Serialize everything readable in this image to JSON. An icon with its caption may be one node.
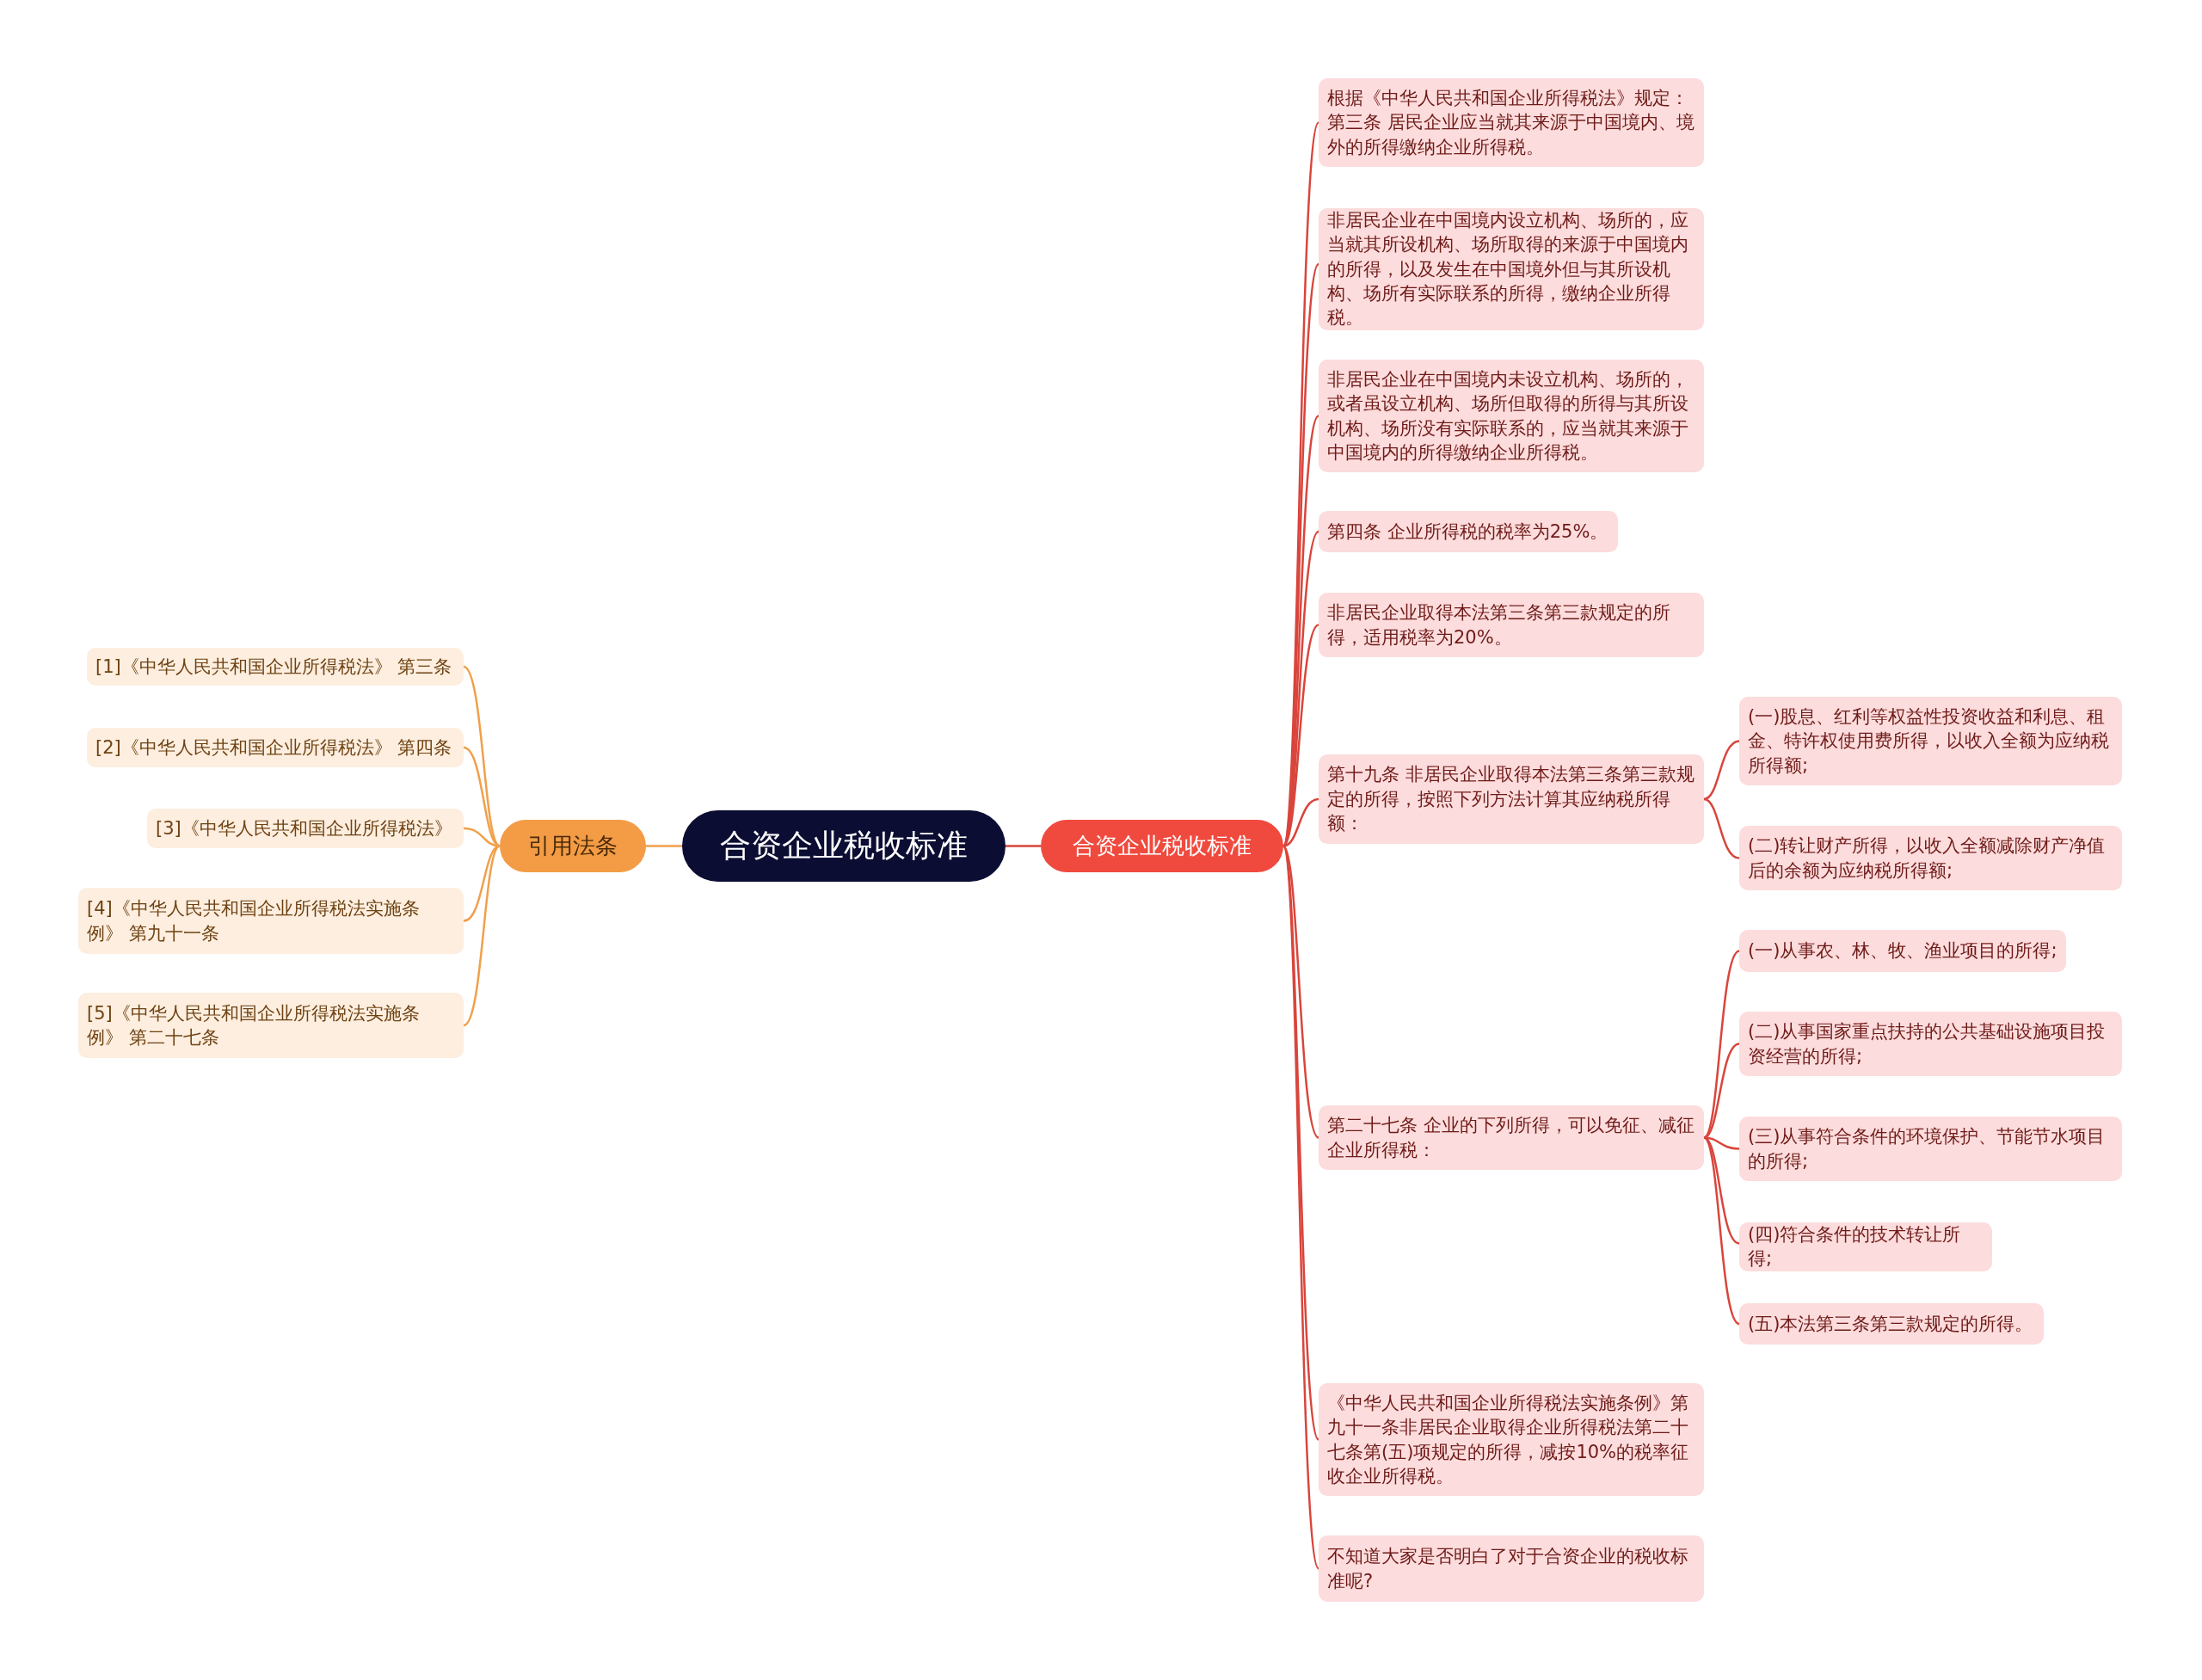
{
  "diagram": {
    "nodes": [
      {
        "text": [
          "合资企业税收标准"
        ]
      },
      {
        "text": [
          "合资企业税收标准"
        ]
      },
      {
        "text": [
          "引用法条"
        ]
      },
      {
        "text": [
          "[1]《中华人民共和国企业所得税法》 第三条"
        ]
      },
      {
        "text": [
          "[2]《中华人民共和国企业所得税法》 第四条"
        ]
      },
      {
        "text": [
          "[3]《中华人民共和国企业所得税法》"
        ]
      },
      {
        "text": [
          "[4]《中华人民共和国企业所得税法实施条例》 第九十一条"
        ]
      },
      {
        "text": [
          "[5]《中华人民共和国企业所得税法实施条例》 第二十七条"
        ]
      },
      {
        "text": [
          "根据《中华人民共和国企业所得税法》规定：第三条 居民企业应当就其来源于中国境内、境外的所得缴纳企业所得税。"
        ]
      },
      {
        "text": [
          "非居民企业在中国境内设立机构、场所的，应当就其所设机构、场所取得的来源于中国境内的所得，以及发生在中国境外但与其所设机构、场所有实际联系的所得，缴纳企业所得税。"
        ]
      },
      {
        "text": [
          "非居民企业在中国境内未设立机构、场所的，或者虽设立机构、场所但取得的所得与其所设机构、场所没有实际联系的，应当就其来源于中国境内的所得缴纳企业所得税。"
        ]
      },
      {
        "text": [
          "第四条 企业所得税的税率为25%。"
        ]
      },
      {
        "text": [
          "非居民企业取得本法第三条第三款规定的所得，适用税率为20%。"
        ]
      },
      {
        "text": [
          "第十九条 非居民企业取得本法第三条第三款规定的所得，按照下列方法计算其应纳税所得额："
        ]
      },
      {
        "text": [
          "第二十七条 企业的下列所得，可以免征、减征企业所得税："
        ]
      },
      {
        "text": [
          "《中华人民共和国企业所得税法实施条例》第九十一条非居民企业取得企业所得税法第二十七条第(五)项规定的所得，减按10%的税率征收企业所得税。"
        ]
      },
      {
        "text": [
          "不知道大家是否明白了对于合资企业的税收标准呢?"
        ]
      },
      {
        "text": [
          "(一)股息、红利等权益性投资收益和利息、租金、特许权使用费所得，以收入全额为应纳税所得额;"
        ]
      },
      {
        "text": [
          "(二)转让财产所得，以收入全额减除财产净值后的余额为应纳税所得额;"
        ]
      },
      {
        "text": [
          "(一)从事农、林、牧、渔业项目的所得;"
        ]
      },
      {
        "text": [
          "(二)从事国家重点扶持的公共基础设施项目投资经营的所得;"
        ]
      },
      {
        "text": [
          "(三)从事符合条件的环境保护、节能节水项目的所得;"
        ]
      },
      {
        "text": [
          "(四)符合条件的技术转让所得;"
        ]
      },
      {
        "text": [
          "(五)本法第三条第三款规定的所得。"
        ]
      }
    ],
    "edges": [
      {
        "from": 0,
        "to": 1,
        "arrow": "none"
      },
      {
        "from": 0,
        "to": 2,
        "arrow": "none",
        "color": "#f0a04b"
      },
      {
        "from": 2,
        "to": 3,
        "arrow": "none",
        "color": "#f0a04b"
      },
      {
        "from": 2,
        "to": 4,
        "arrow": "none",
        "color": "#f0a04b"
      },
      {
        "from": 2,
        "to": 5,
        "arrow": "none",
        "color": "#f0a04b"
      },
      {
        "from": 2,
        "to": 6,
        "arrow": "none",
        "color": "#f0a04b"
      },
      {
        "from": 2,
        "to": 7,
        "arrow": "none",
        "color": "#f0a04b"
      },
      {
        "from": 1,
        "to": 8,
        "arrow": "none"
      },
      {
        "from": 1,
        "to": 9,
        "arrow": "none"
      },
      {
        "from": 1,
        "to": 10,
        "arrow": "none"
      },
      {
        "from": 1,
        "to": 11,
        "arrow": "none"
      },
      {
        "from": 1,
        "to": 12,
        "arrow": "none"
      },
      {
        "from": 1,
        "to": 13,
        "arrow": "none"
      },
      {
        "from": 1,
        "to": 14,
        "arrow": "none"
      },
      {
        "from": 1,
        "to": 15,
        "arrow": "none"
      },
      {
        "from": 1,
        "to": 16,
        "arrow": "none"
      },
      {
        "from": 13,
        "to": 17,
        "arrow": "none"
      },
      {
        "from": 13,
        "to": 18,
        "arrow": "none"
      },
      {
        "from": 14,
        "to": 19,
        "arrow": "none"
      },
      {
        "from": 14,
        "to": 20,
        "arrow": "none"
      },
      {
        "from": 14,
        "to": 21,
        "arrow": "none"
      },
      {
        "from": 14,
        "to": 22,
        "arrow": "none"
      },
      {
        "from": 14,
        "to": 23,
        "arrow": "none"
      }
    ]
  }
}
